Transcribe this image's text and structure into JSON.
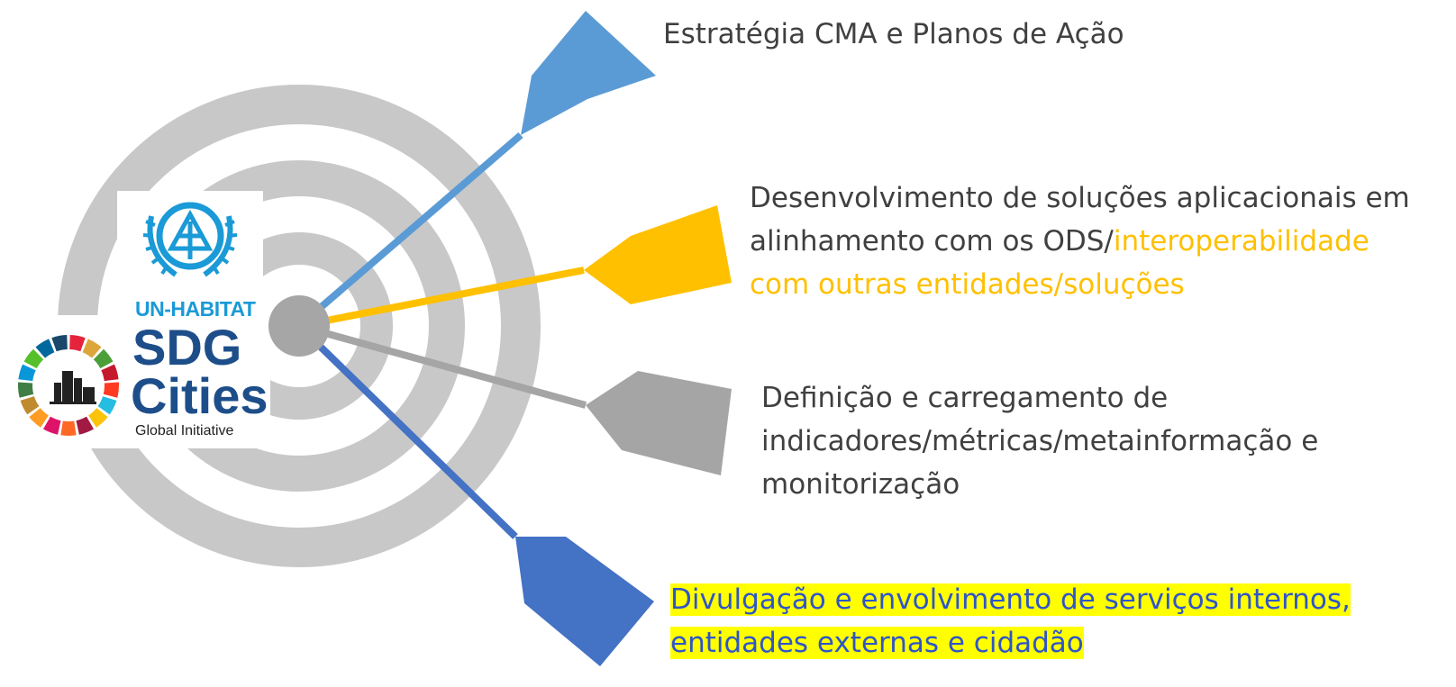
{
  "logo": {
    "agency": "UN-HABITAT",
    "brand_line1": "SDG",
    "brand_line2": "Cities",
    "tagline": "Global Initiative",
    "colors": {
      "un_blue": "#1a9ad6",
      "navy": "#1d4e89"
    }
  },
  "target": {
    "ring_color": "#c8c8c8",
    "center_color": "#a6a6a6"
  },
  "arrows": [
    {
      "name": "strategy",
      "color": "#5b9bd5",
      "text": "Estratégia CMA e Planos de  Ação"
    },
    {
      "name": "solutions",
      "color": "#ffc000",
      "text_part1": "Desenvolvimento de soluções aplicacionais em",
      "text_part2": "alinhamento com os ODS/",
      "text_accent1": "interoperabilidade",
      "text_accent2": "com outras entidades/soluções"
    },
    {
      "name": "indicators",
      "color": "#a5a5a5",
      "line1": "Definição e carregamento de",
      "line2": "indicadores/métricas/metainformação  e",
      "line3": "monitorização"
    },
    {
      "name": "outreach",
      "color": "#4472c4",
      "line1": "Divulgação e envolvimento de serviços internos,",
      "line2": "entidades externas e cidadão"
    }
  ]
}
